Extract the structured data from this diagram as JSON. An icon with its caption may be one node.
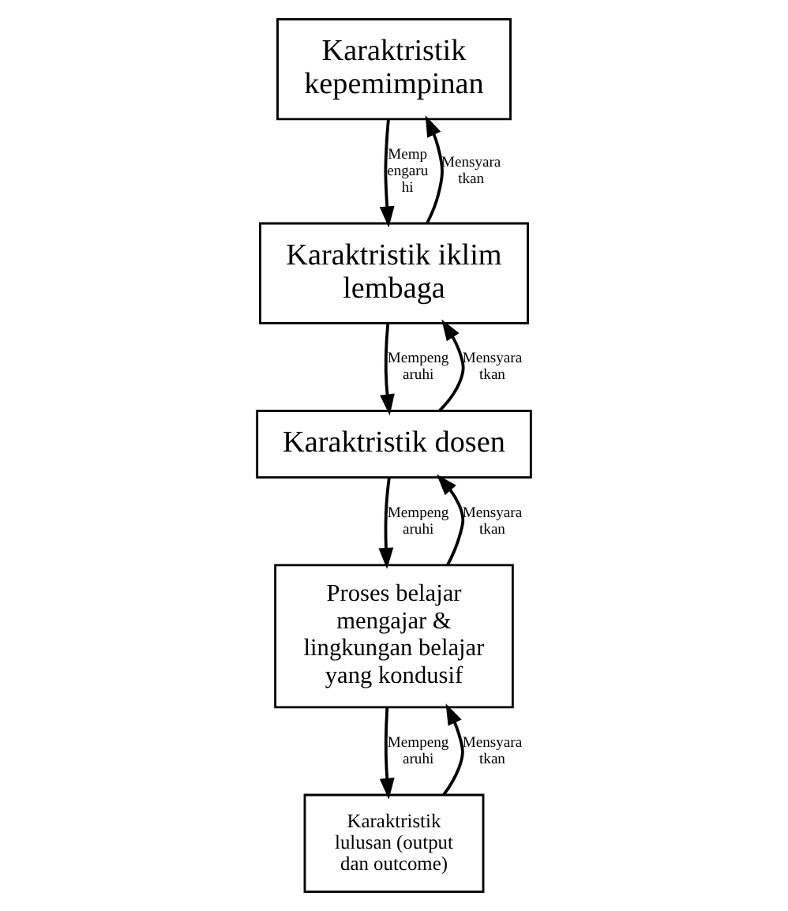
{
  "diagram": {
    "nodes": [
      {
        "text": [
          "Karaktristik kepemimpinan"
        ]
      },
      {
        "text": [
          "Karaktristik iklim lembaga"
        ]
      },
      {
        "text": [
          "Karaktristik dosen"
        ]
      },
      {
        "text": [
          "Proses belajar mengajar & lingkungan belajar yang kondusif"
        ]
      },
      {
        "text": [
          "Karaktristik lulusan (output dan outcome)"
        ]
      }
    ],
    "edges": [
      {
        "from": 0,
        "to": 1,
        "arrow": "to",
        "label": "Memp engaru hi"
      },
      {
        "from": 1,
        "to": 0,
        "arrow": "to",
        "label": "Mensyara tkan"
      },
      {
        "from": 1,
        "to": 2,
        "arrow": "to",
        "label": "Mempeng aruhi"
      },
      {
        "from": 2,
        "to": 1,
        "arrow": "to",
        "label": "Mensyara tkan"
      },
      {
        "from": 2,
        "to": 3,
        "arrow": "to",
        "label": "Mempeng aruhi"
      },
      {
        "from": 3,
        "to": 2,
        "arrow": "to",
        "label": "Mensyara tkan"
      },
      {
        "from": 3,
        "to": 4,
        "arrow": "to",
        "label": "Mempeng aruhi"
      },
      {
        "from": 4,
        "to": 3,
        "arrow": "to",
        "label": "Mensyara tkan"
      }
    ]
  }
}
